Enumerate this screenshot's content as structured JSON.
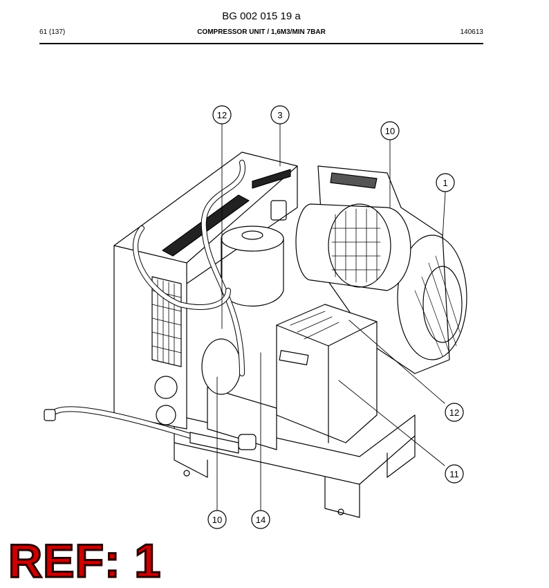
{
  "header": {
    "document_number": "BG 002 015 19 a",
    "page": "61 (137)",
    "title": "COMPRESSOR UNIT / 1,6M3/MIN 7BAR",
    "date_code": "140613"
  },
  "callouts": [
    {
      "label": "12"
    },
    {
      "label": "3"
    },
    {
      "label": "10"
    },
    {
      "label": "1"
    },
    {
      "label": "12"
    },
    {
      "label": "11"
    },
    {
      "label": "10"
    },
    {
      "label": "14"
    }
  ],
  "reference": "REF: 1"
}
